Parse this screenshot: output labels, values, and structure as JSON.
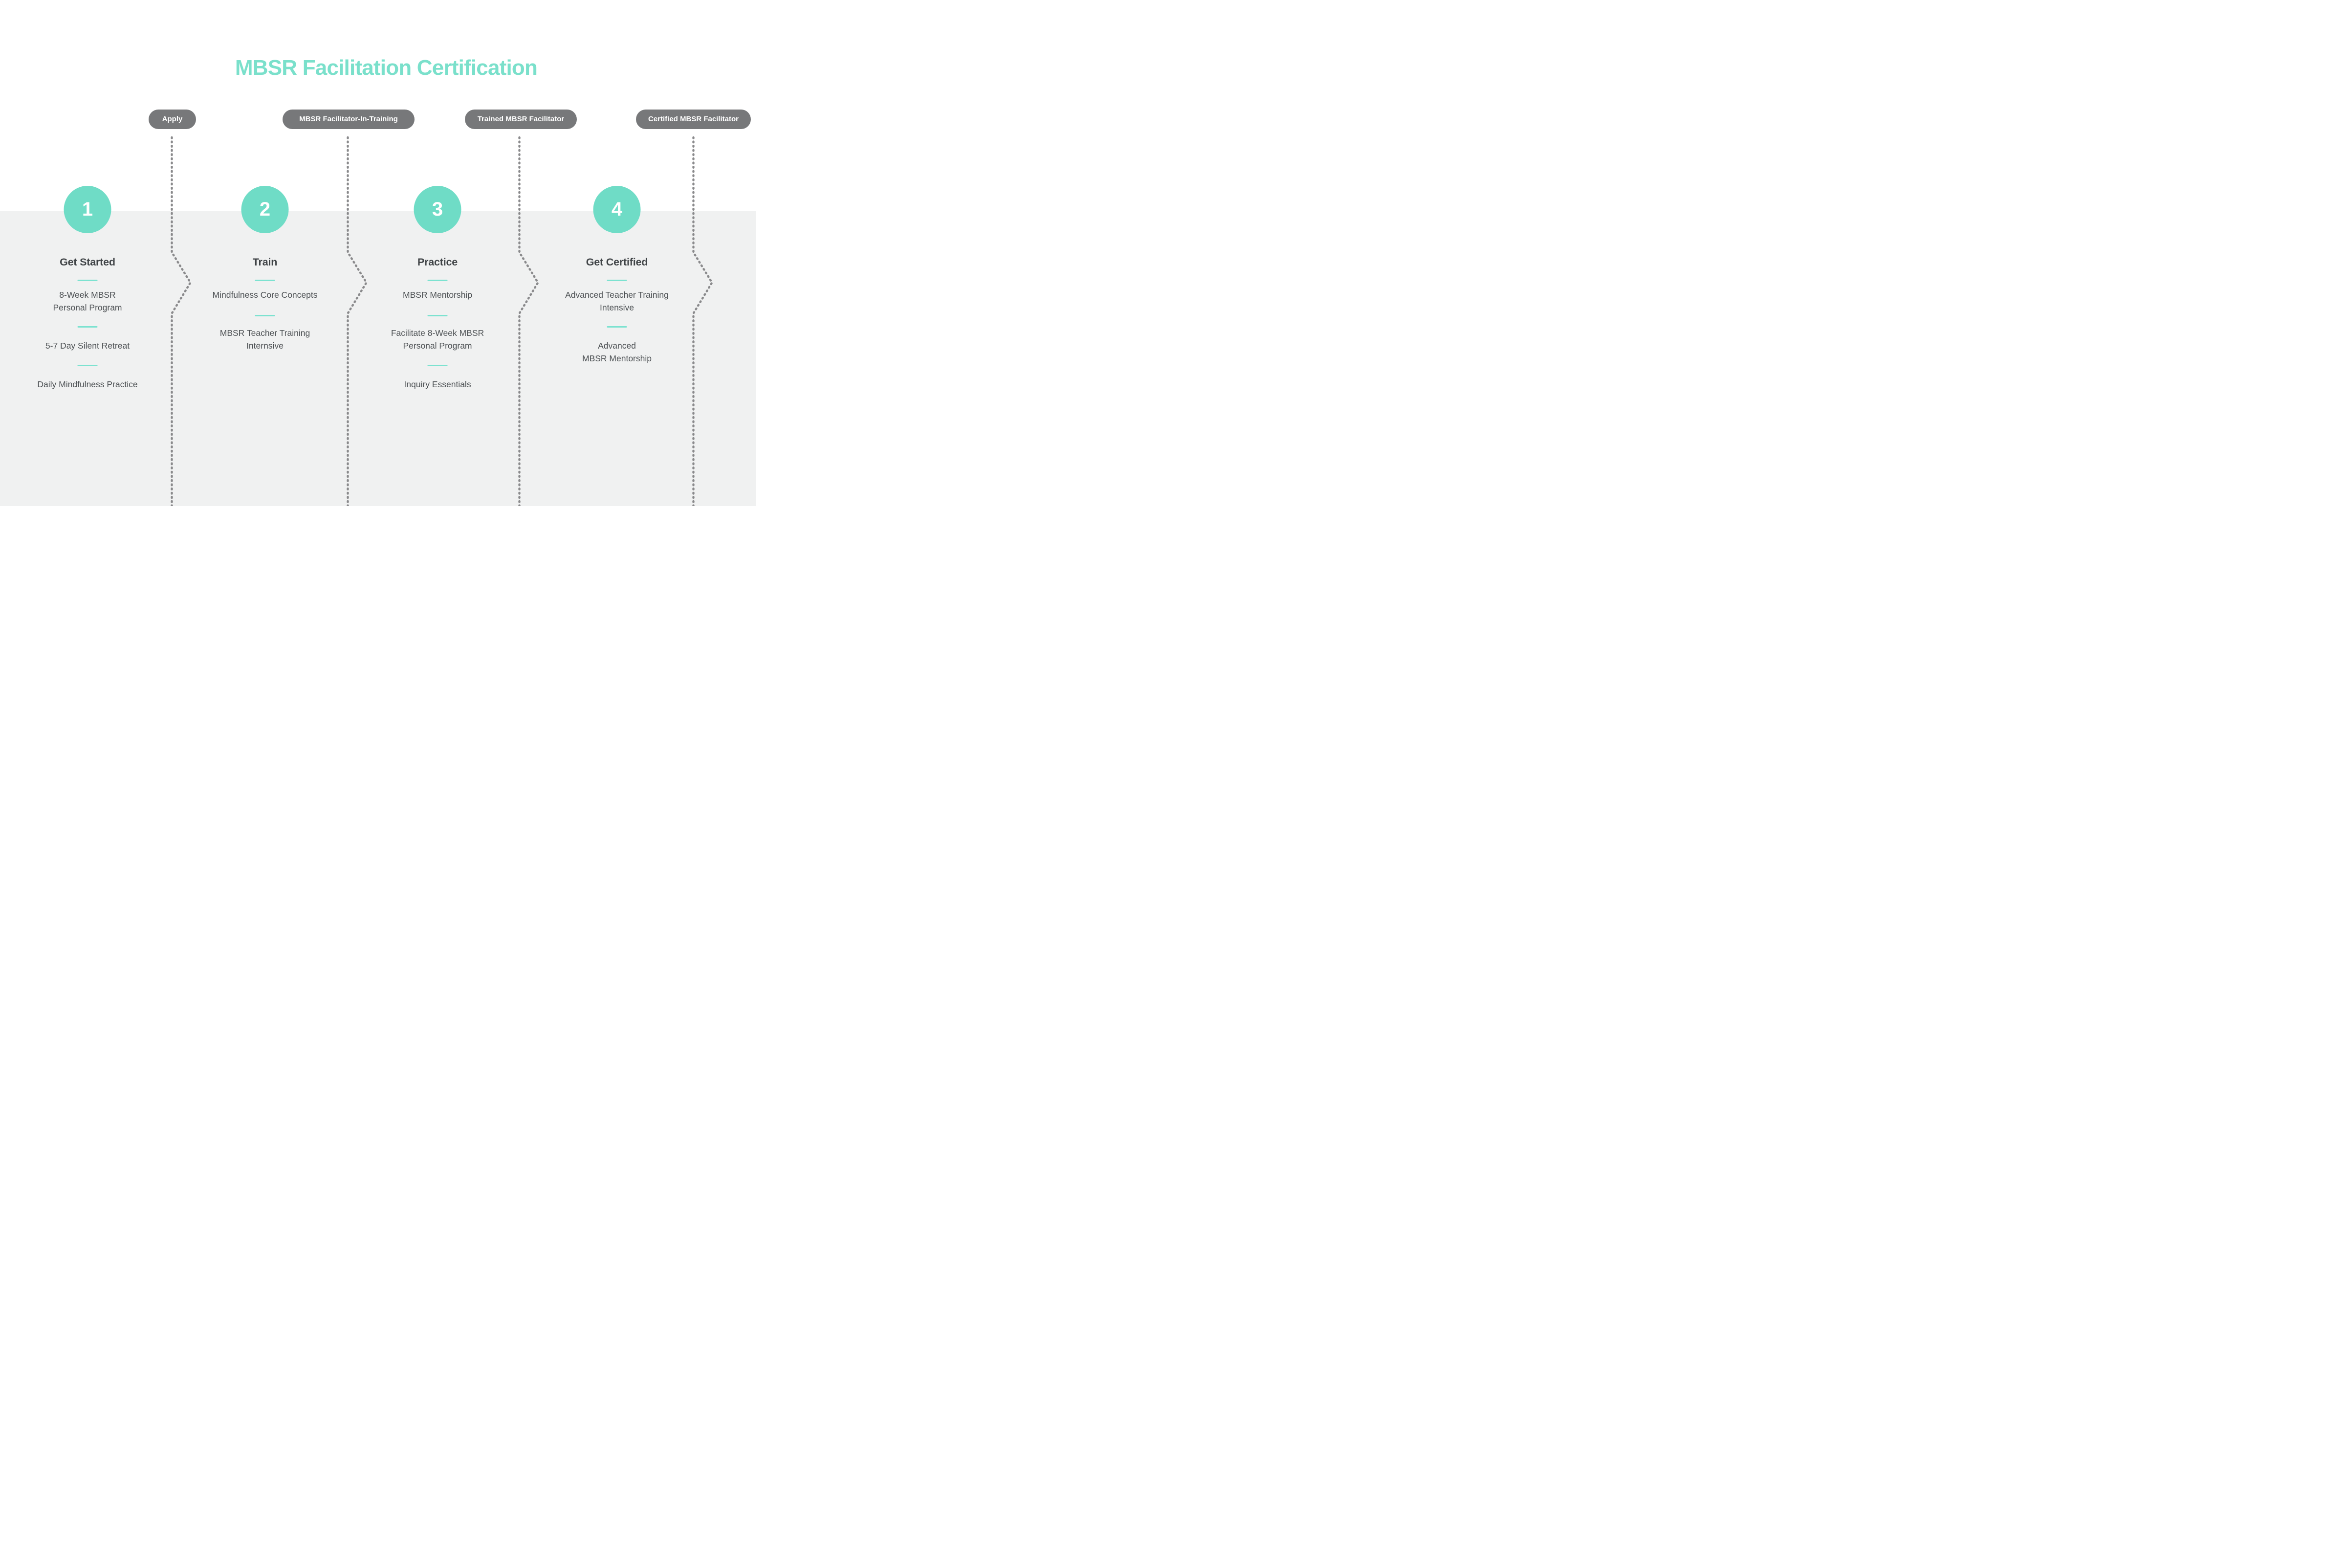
{
  "title": "MBSR Facilitation Certification",
  "badges": [
    "Apply",
    "MBSR Facilitator-In-Training",
    "Trained MBSR Facilitator",
    "Certified MBSR Facilitator"
  ],
  "steps": [
    {
      "number": "1",
      "heading": "Get Started",
      "items": [
        "8-Week MBSR\nPersonal Program",
        "5-7 Day Silent Retreat",
        "Daily Mindfulness Practice"
      ]
    },
    {
      "number": "2",
      "heading": "Train",
      "items": [
        "Mindfulness Core Concepts",
        "MBSR Teacher Training\nInternsive"
      ]
    },
    {
      "number": "3",
      "heading": "Practice",
      "items": [
        "MBSR Mentorship",
        "Facilitate 8-Week MBSR\nPersonal Program",
        "Inquiry Essentials"
      ]
    },
    {
      "number": "4",
      "heading": "Get Certified",
      "items": [
        "Advanced Teacher Training\nIntensive",
        "Advanced\nMBSR Mentorship"
      ]
    }
  ],
  "colors": {
    "teal": "#6FDCC6",
    "title": "#7AE0CB",
    "teal_divider": "#7CE2D0",
    "badge_bg": "#77787A",
    "badge_text": "#FFFFFF",
    "heading_text": "#3F4346",
    "body_text": "#4C5053",
    "dot": "#8A8A8C",
    "band_bg": "#F0F1F1"
  }
}
